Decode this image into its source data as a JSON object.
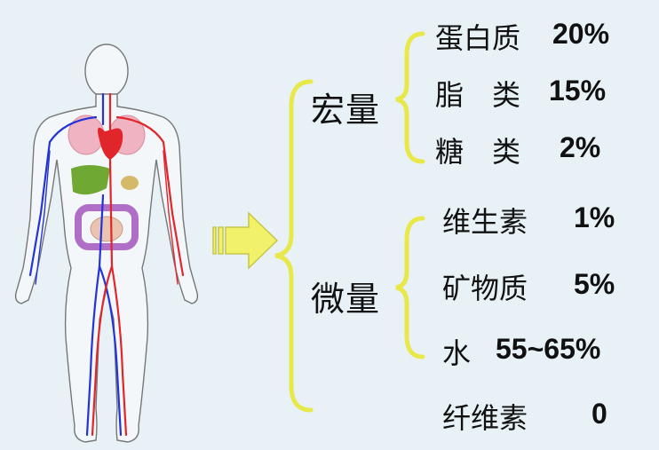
{
  "groups": [
    {
      "name": "宏量",
      "items": [
        {
          "name": "蛋白质",
          "value": "20%"
        },
        {
          "name": "脂　类",
          "value": "15%"
        },
        {
          "name": "糖　类",
          "value": "2%"
        }
      ]
    },
    {
      "name": "微量",
      "items": [
        {
          "name": "维生素",
          "value": "1%"
        },
        {
          "name": "矿物质",
          "value": "5%"
        },
        {
          "name": "水",
          "value": "55~65%"
        },
        {
          "name": "纤维素",
          "value": "0"
        }
      ]
    }
  ],
  "colors": {
    "background": "#e8f1f6",
    "bracket": "#e8e84a",
    "arrow_fill": "#f2f26a",
    "arrow_stroke": "#c6c64a",
    "artery": "#e0262b",
    "vein": "#2433d6",
    "heart": "#e0262b",
    "liver": "#6fa832",
    "intestine": "#b06fc6",
    "lungs": "#f0b3c2"
  },
  "icons": [
    "human-anatomy-figure",
    "right-arrow-icon"
  ]
}
